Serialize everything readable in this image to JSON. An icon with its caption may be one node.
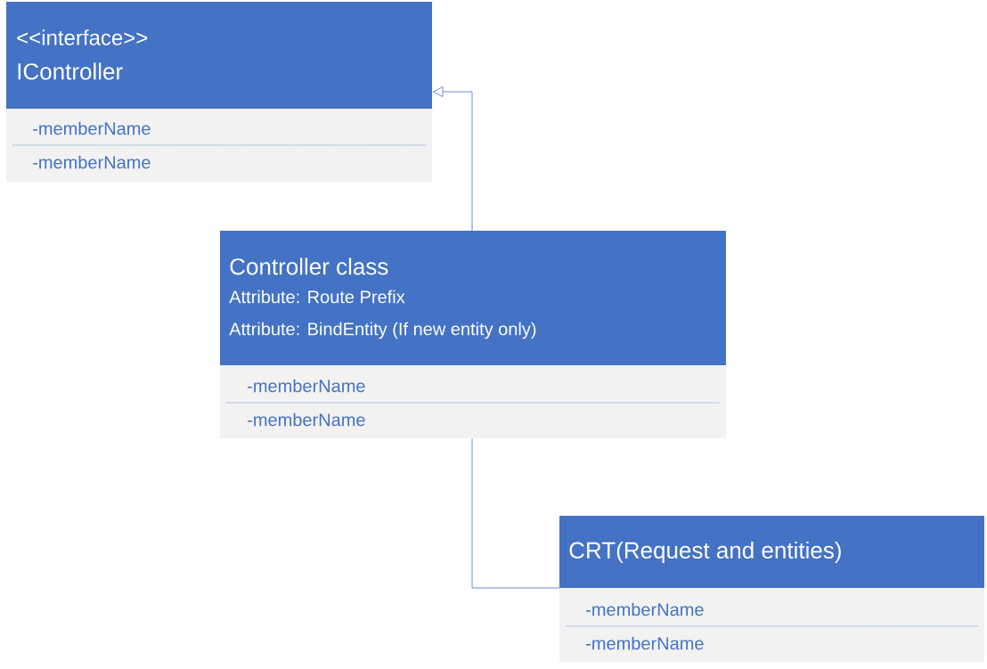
{
  "diagram": {
    "nodes": [
      {
        "text": [
          "<<interface>>",
          "IController",
          "-memberName",
          "-memberName"
        ]
      },
      {
        "text": [
          "Controller class",
          "Attribute: Route Prefix",
          "Attribute: BindEntity (If new entity only)",
          "-memberName",
          "-memberName"
        ]
      },
      {
        "text": [
          "CRT(Request and entities)",
          "-memberName",
          "-memberName"
        ]
      }
    ],
    "edges": [
      {
        "from": 1,
        "to": 0,
        "arrow": "to"
      },
      {
        "from": 1,
        "to": 2,
        "arrow": "none"
      }
    ]
  }
}
